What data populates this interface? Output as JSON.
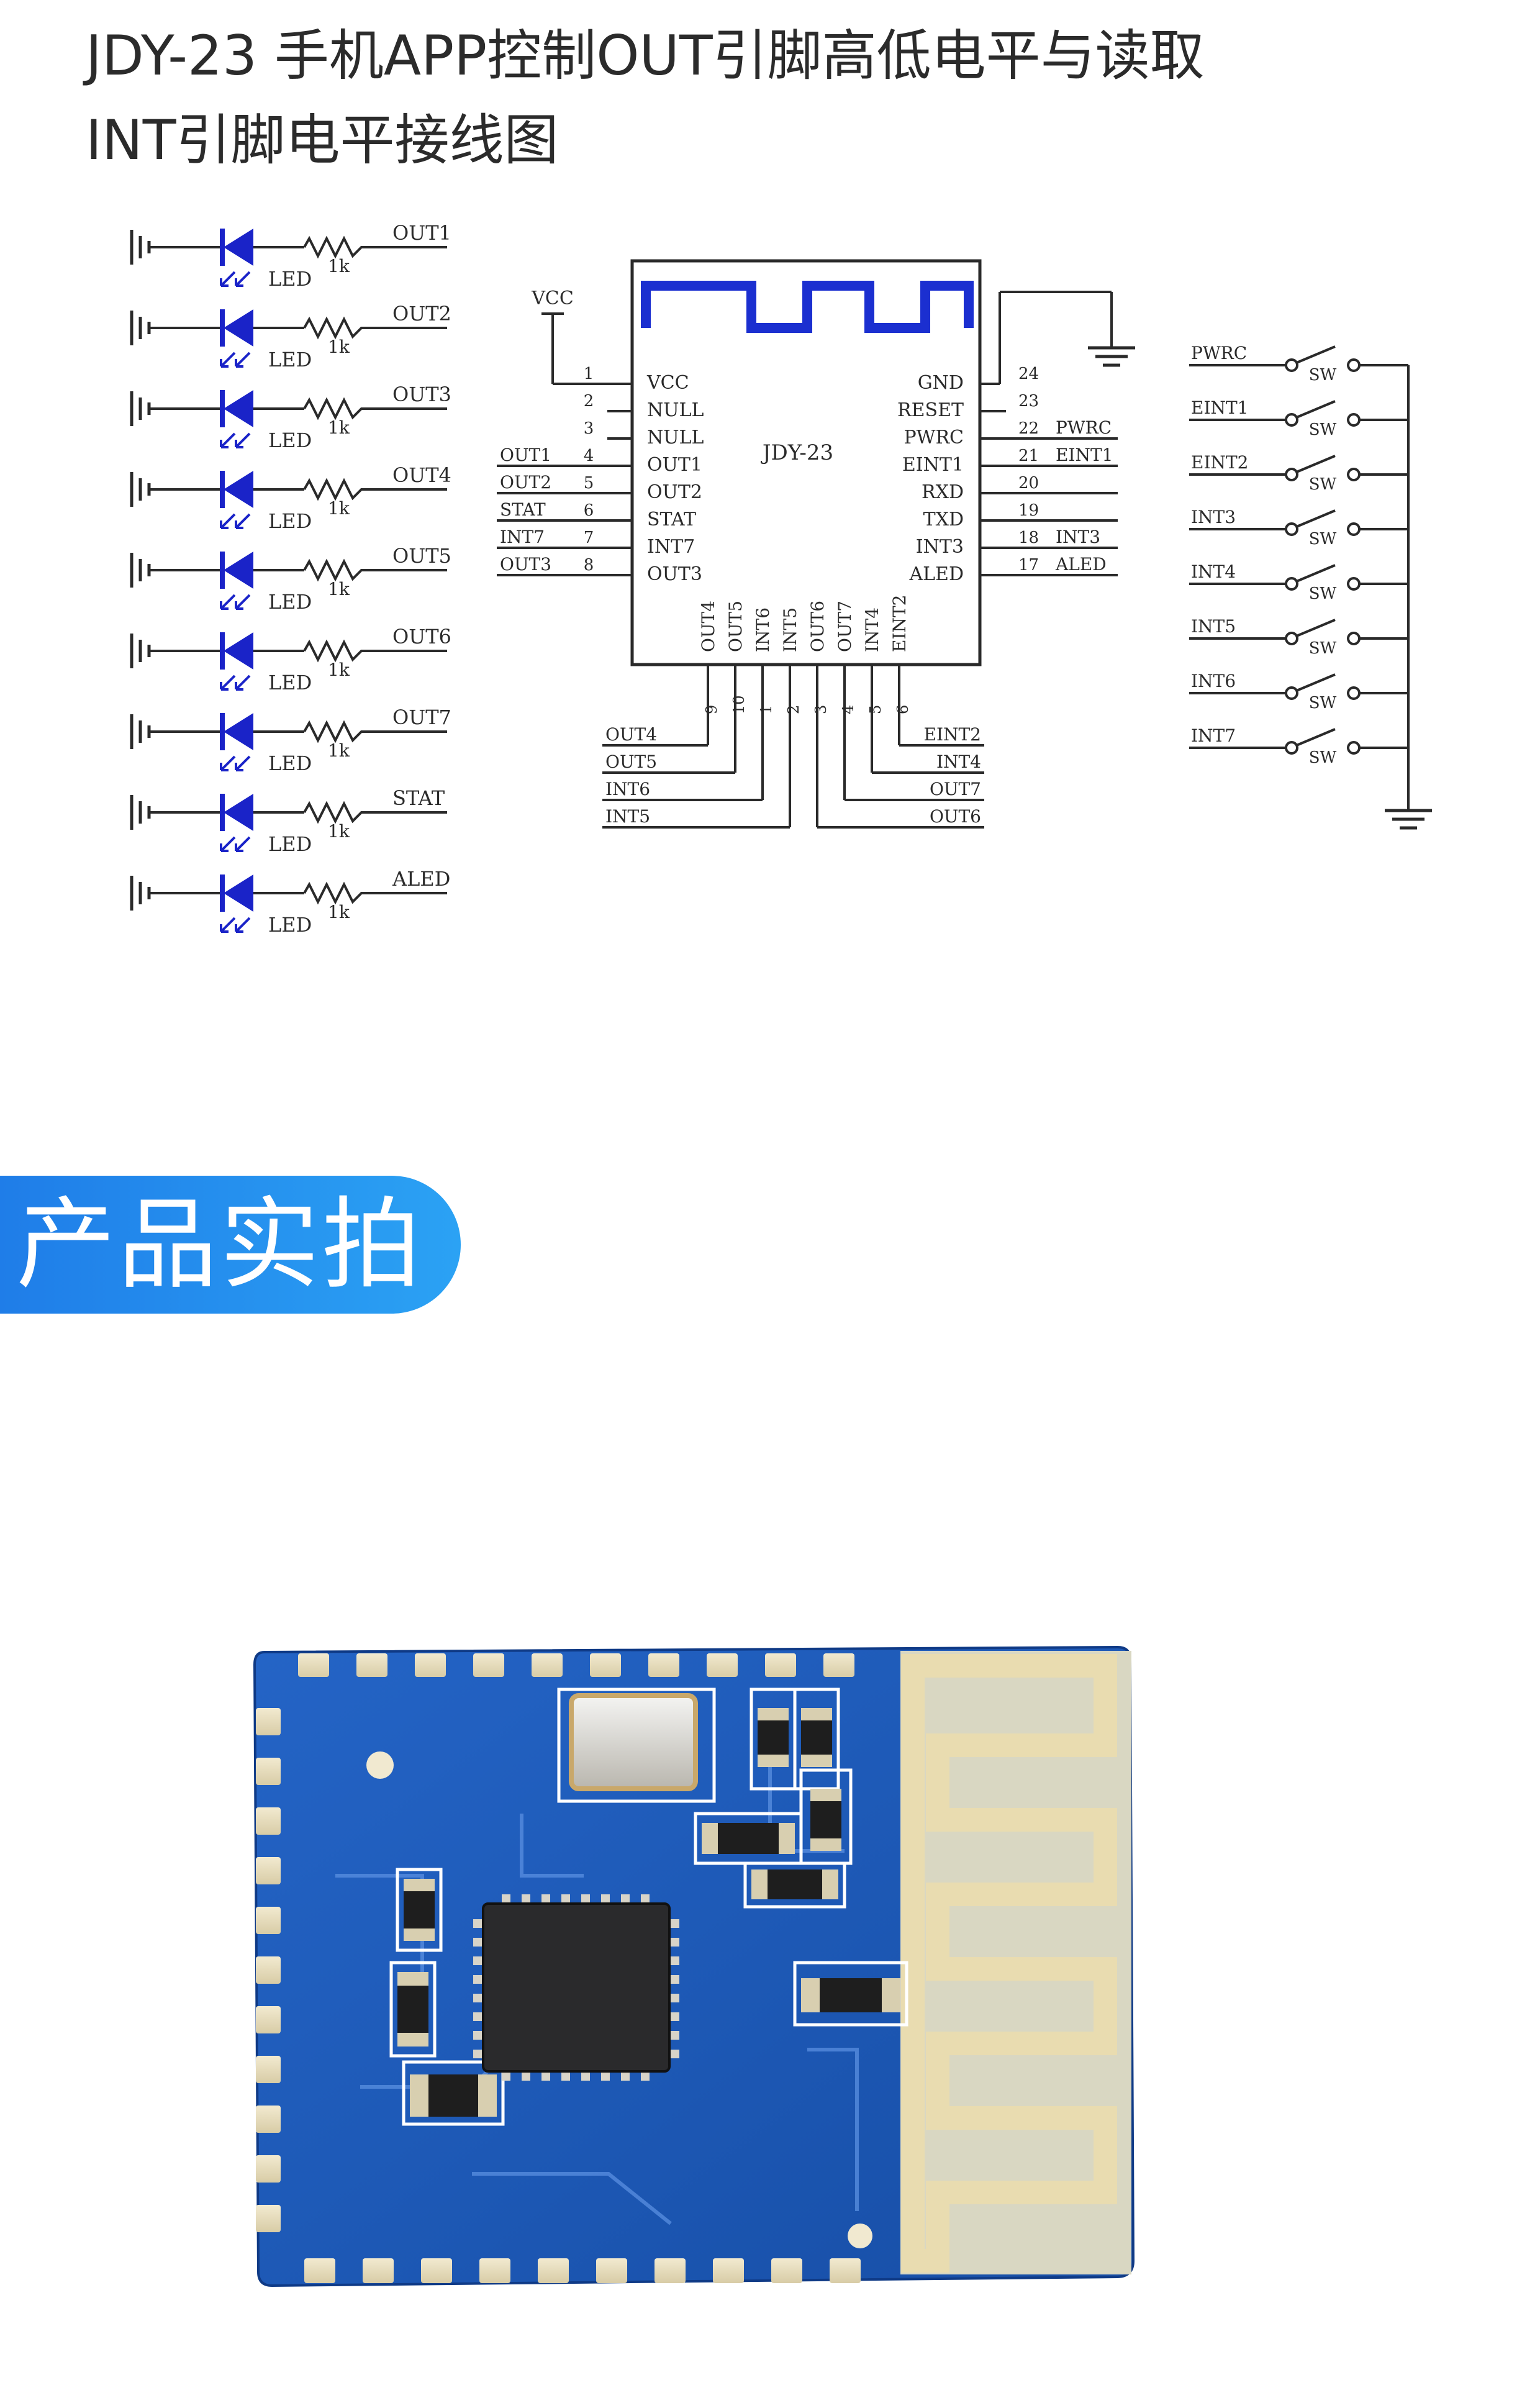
{
  "title": {
    "line1": "JDY-23 手机APP控制OUT引脚高低电平与读取",
    "line2": "INT引脚电平接线图"
  },
  "schematic": {
    "led_label": "LED",
    "resistor_label": "1k",
    "led_nets": [
      "OUT1",
      "OUT2",
      "OUT3",
      "OUT4",
      "OUT5",
      "OUT6",
      "OUT7",
      "STAT",
      "ALED"
    ],
    "vcc_label": "VCC",
    "chip_name": "JDY-23",
    "left_pins": [
      {
        "num": "1",
        "pin": "VCC",
        "net": ""
      },
      {
        "num": "2",
        "pin": "NULL",
        "net": ""
      },
      {
        "num": "3",
        "pin": "NULL",
        "net": ""
      },
      {
        "num": "4",
        "pin": "OUT1",
        "net": "OUT1"
      },
      {
        "num": "5",
        "pin": "OUT2",
        "net": "OUT2"
      },
      {
        "num": "6",
        "pin": "STAT",
        "net": "STAT"
      },
      {
        "num": "7",
        "pin": "INT7",
        "net": "INT7"
      },
      {
        "num": "8",
        "pin": "OUT3",
        "net": "OUT3"
      }
    ],
    "right_pins": [
      {
        "num": "24",
        "pin": "GND",
        "net": ""
      },
      {
        "num": "23",
        "pin": "RESET",
        "net": ""
      },
      {
        "num": "22",
        "pin": "PWRC",
        "net": "PWRC"
      },
      {
        "num": "21",
        "pin": "EINT1",
        "net": "EINT1"
      },
      {
        "num": "20",
        "pin": "RXD",
        "net": ""
      },
      {
        "num": "19",
        "pin": "TXD",
        "net": ""
      },
      {
        "num": "18",
        "pin": "INT3",
        "net": "INT3"
      },
      {
        "num": "17",
        "pin": "ALED",
        "net": "ALED"
      }
    ],
    "bottom_pins": [
      {
        "num": "9",
        "pin": "OUT4"
      },
      {
        "num": "10",
        "pin": "OUT5"
      },
      {
        "num": "1",
        "pin": "INT6"
      },
      {
        "num": "2",
        "pin": "INT5"
      },
      {
        "num": "3",
        "pin": "OUT6"
      },
      {
        "num": "4",
        "pin": "OUT7"
      },
      {
        "num": "5",
        "pin": "INT4"
      },
      {
        "num": "6",
        "pin": "EINT2"
      }
    ],
    "bottom_nets_left": [
      "OUT4",
      "OUT5",
      "INT6",
      "INT5"
    ],
    "bottom_nets_right": [
      "EINT2",
      "INT4",
      "OUT7",
      "OUT6"
    ],
    "switch_label": "SW",
    "switch_nets": [
      "PWRC",
      "EINT1",
      "EINT2",
      "INT3",
      "INT4",
      "INT5",
      "INT6",
      "INT7"
    ],
    "colors": {
      "antenna": "#1b2fd0",
      "led": "#1a23c8",
      "line": "#2a2a2a"
    }
  },
  "banner": {
    "text": "产品实拍",
    "color": "#2393ef"
  },
  "photo": {
    "icon": "jdy-23-module-photo",
    "board_color": "#1c55b8",
    "antenna_color": "#e6dcc0"
  }
}
